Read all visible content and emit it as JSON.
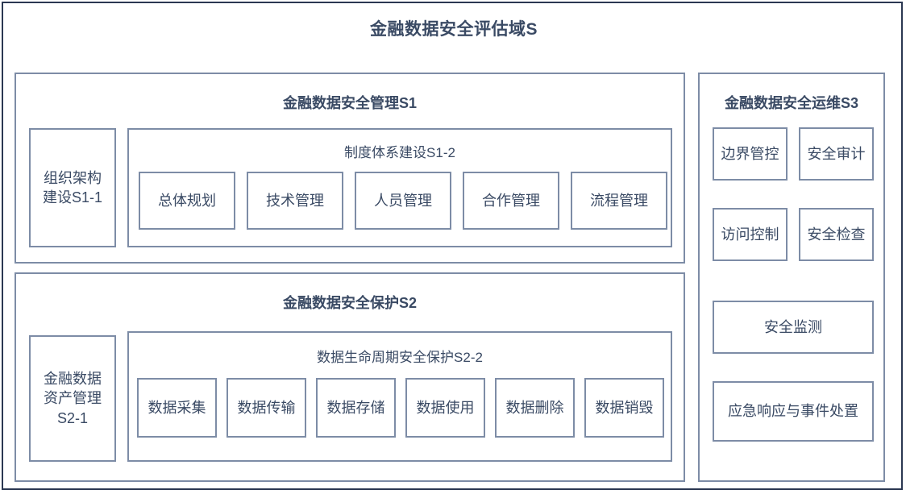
{
  "diagram": {
    "title": "金融数据安全评估域S",
    "colors": {
      "outer_border": "#2b3852",
      "box_border": "#7d8ca6",
      "text": "#3a4a64",
      "background": "#ffffff"
    },
    "sections": {
      "s1": {
        "title": "金融数据安全管理S1",
        "left_box": "组织架构\n建设S1-1",
        "subsection": {
          "title": "制度体系建设S1-2",
          "items": [
            "总体规划",
            "技术管理",
            "人员管理",
            "合作管理",
            "流程管理"
          ]
        }
      },
      "s2": {
        "title": "金融数据安全保护S2",
        "left_box": "金融数据\n资产管理\nS2-1",
        "subsection": {
          "title": "数据生命周期安全保护S2-2",
          "items": [
            "数据采集",
            "数据传输",
            "数据存储",
            "数据使用",
            "数据删除",
            "数据销毁"
          ]
        }
      },
      "s3": {
        "title": "金融数据安全运维S3",
        "items": [
          "边界管控",
          "安全审计",
          "访问控制",
          "安全检查",
          "安全监测",
          "应急响应与事件处置"
        ]
      }
    }
  }
}
